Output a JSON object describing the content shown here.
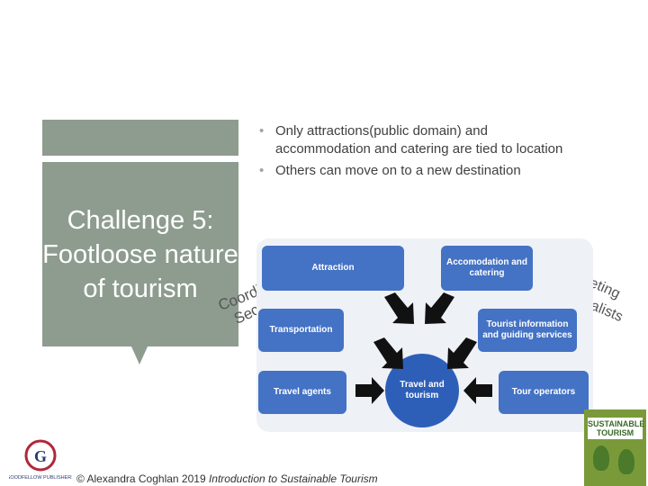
{
  "slide": {
    "title": "Challenge 5: Footloose nature of tourism",
    "bullets": [
      "Only attractions(public domain) and accommodation and catering are tied to location",
      "Others can move on to a new destination"
    ],
    "coordinating_label": "Coordinating Sector",
    "marketing_label": "Marketing Specialists",
    "footer_text": "© Alexandra Coghlan 2019",
    "footer_book_title": "Introduction to Sustainable Tourism",
    "publisher": "GOODFELLOW PUBLISHERS",
    "book_cover_text": "SUSTAINABLE TOURISM"
  },
  "diagram": {
    "nodes": {
      "attraction": "Attraction",
      "accommodation": "Accomodation and catering",
      "transportation": "Transportation",
      "tourist_info": "Tourist information and guiding services",
      "travel_agents": "Travel agents",
      "tour_operators": "Tour operators",
      "center": "Travel and tourism"
    }
  },
  "colors": {
    "panel": "#8e9c8f",
    "node": "#4472c4",
    "center": "#2e5fb8"
  }
}
